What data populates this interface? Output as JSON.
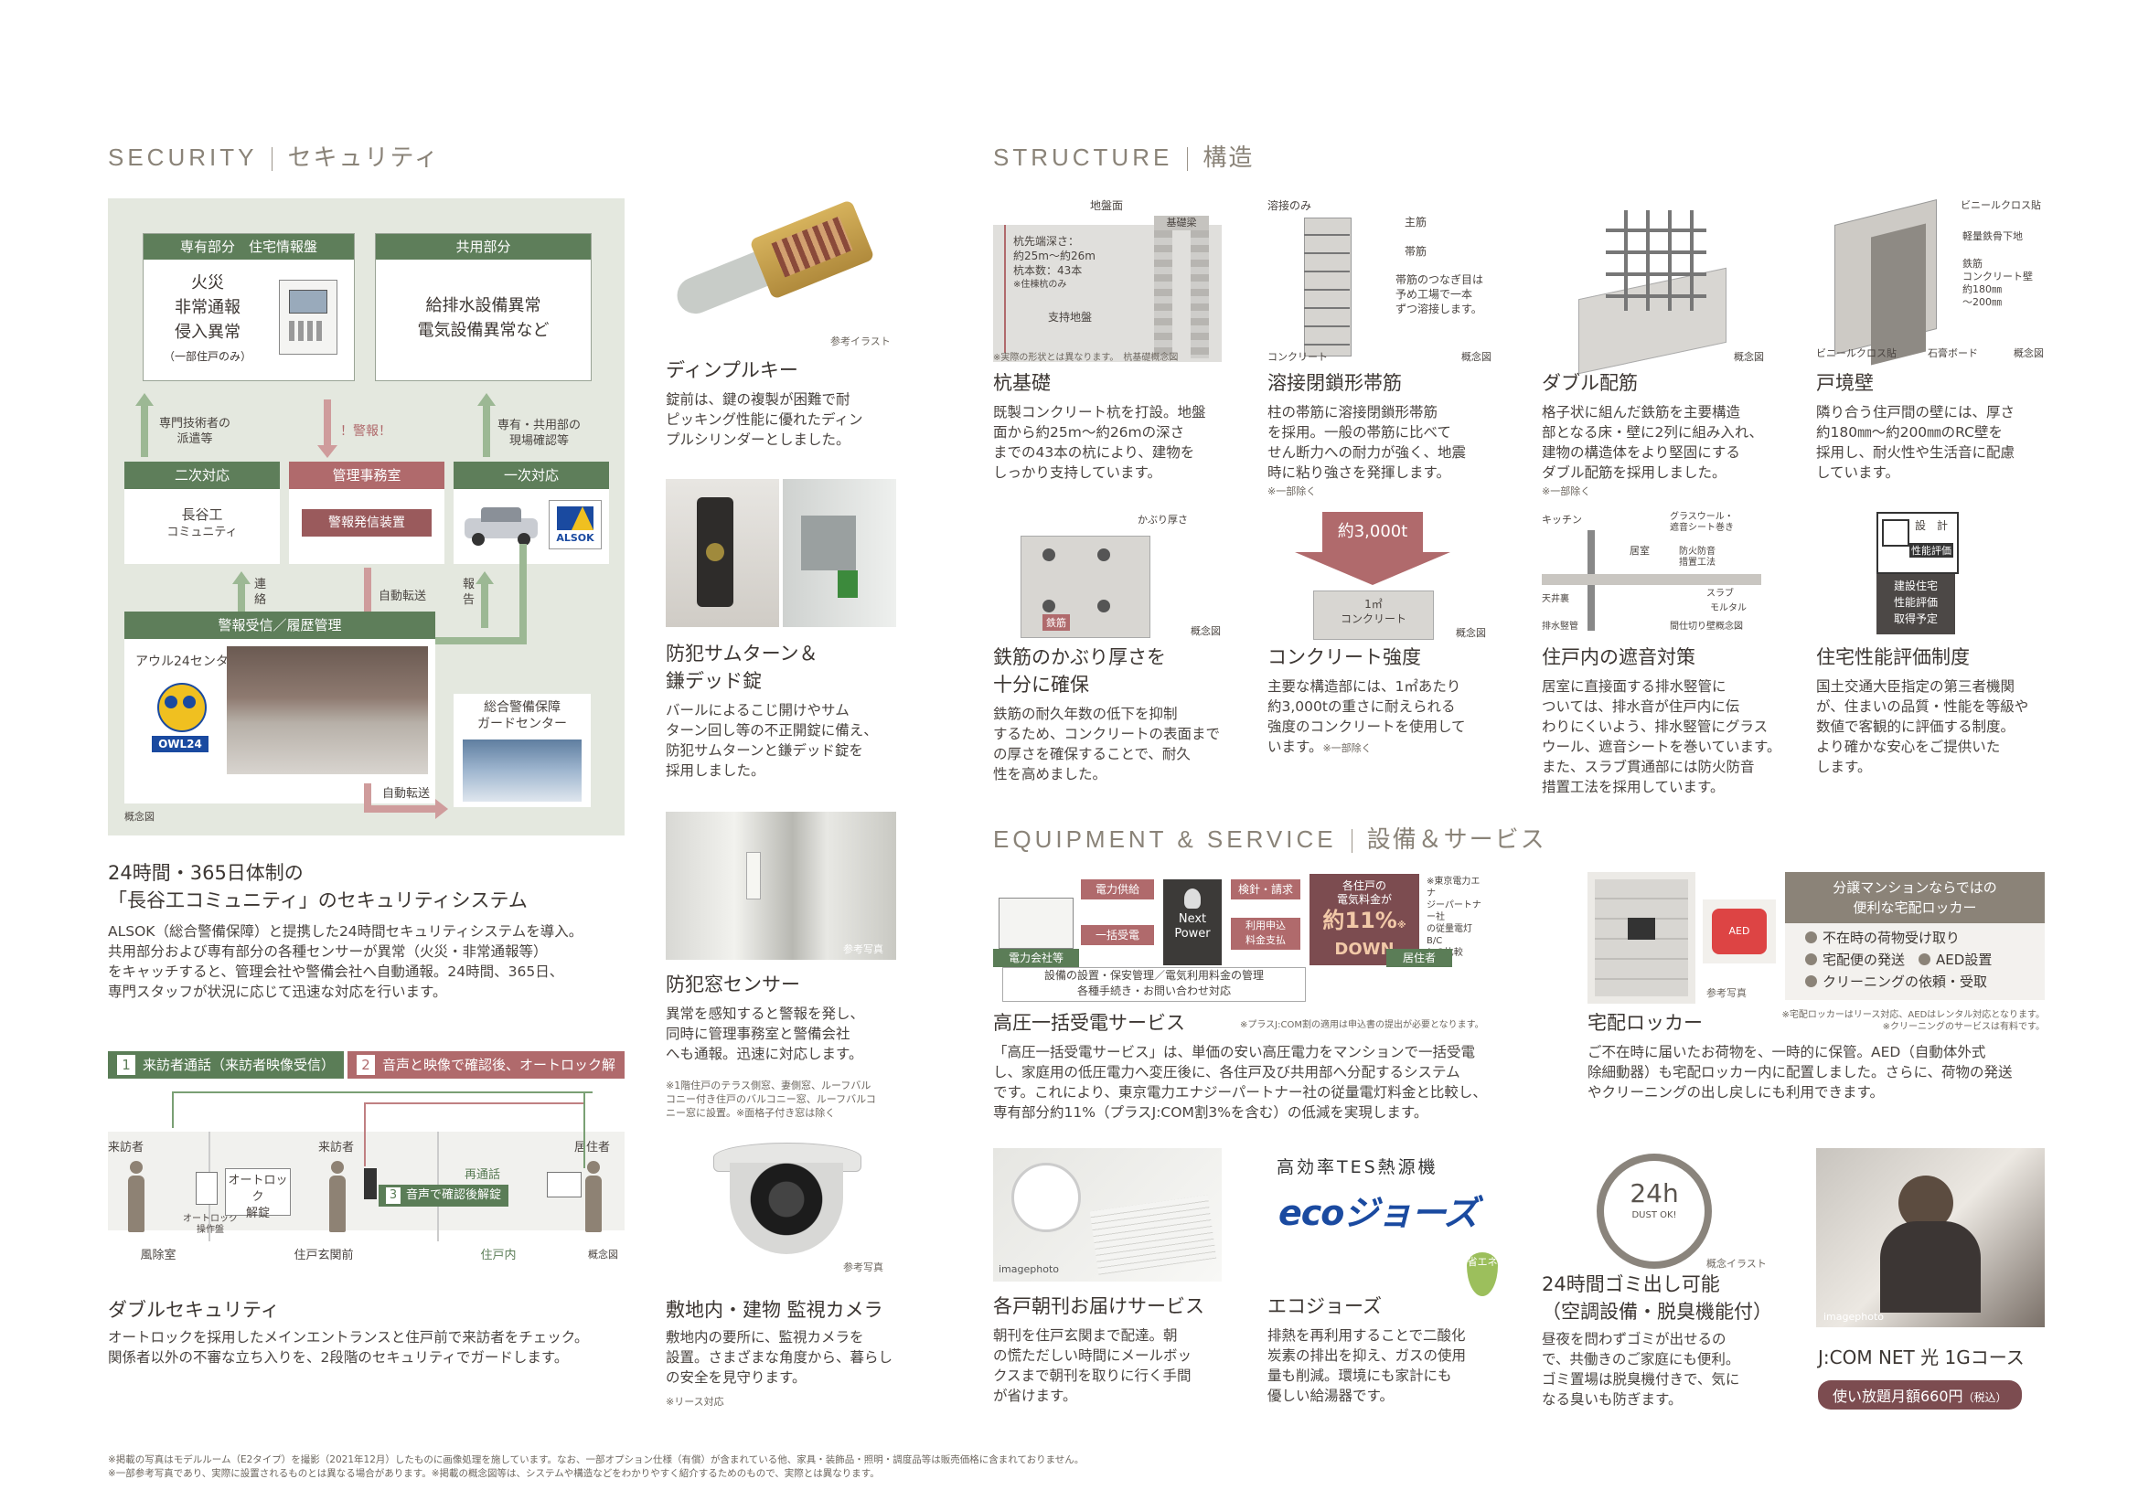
{
  "security": {
    "heading_en": "SECURITY",
    "heading_jp": "セキュリティ",
    "diagram": {
      "private_label": "専有部分",
      "panel_label": "住宅情報盤",
      "common_label": "共用部分",
      "private_alarms": [
        "火災",
        "非常通報",
        "侵入異常"
      ],
      "private_note": "（一部住戸のみ）",
      "common_alarms": [
        "給排水設備異常",
        "電気設備異常など"
      ],
      "tech_dispatch": [
        "専門技術者の",
        "派遣等"
      ],
      "alarm": "！警報！",
      "onsite": [
        "専有・共用部の",
        "現場確認等"
      ],
      "secondary": "二次対応",
      "office": "管理事務室",
      "primary": "一次対応",
      "hasegawa": [
        "長谷工",
        "コミュニティ"
      ],
      "alarm_device": "警報発信装置",
      "alsok": "ALSOK",
      "renraku": [
        "連",
        "絡"
      ],
      "auto_transfer": "自動転送",
      "report": [
        "報",
        "告"
      ],
      "receive": "警報受信／履歴管理",
      "owl_center": "アウル24センター",
      "owl_logo": "OWL24",
      "guard_center": [
        "総合警備保障",
        "ガードセンター"
      ],
      "concept": "概念図",
      "auto_transfer2": "自動転送"
    },
    "main_title": [
      "24時間・365日体制の",
      "「長谷工コミュニティ」のセキュリティシステム"
    ],
    "main_body": [
      "ALSOK（総合警備保障）と提携した24時間セキュリティシステムを導入。",
      "共用部分および専有部分の各種センサーが異常（火災・非常通報等）",
      "をキャッチすると、管理会社や警備会社へ自動通報。24時間、365日、",
      "専門スタッフが状況に応じて迅速な対応を行います。"
    ],
    "double": {
      "step1_num": "1",
      "step1": "来訪者通話（来訪者映像受信）",
      "step2_num": "2",
      "step2": "音声と映像で確認後、オートロック解除",
      "step3_num": "3",
      "step3": "音声で確認後解錠",
      "visitor1": "来訪者",
      "visitor2": "来訪者",
      "resident": "居住者",
      "autolock": [
        "オートロック",
        "解錠"
      ],
      "panel": [
        "オートロック",
        "操作盤"
      ],
      "recall": "再通話",
      "zone1": "風除室",
      "zone2": "住戸玄関前",
      "zone3": "住戸内",
      "concept": "概念図",
      "title": "ダブルセキュリティ",
      "body": [
        "オートロックを採用したメインエントランスと住戸前で来訪者をチェック。",
        "関係者以外の不審な立ち入りを、2段階のセキュリティでガードします。"
      ]
    },
    "dimple": {
      "caption": "参考イラスト",
      "title": "ディンプルキー",
      "body": [
        "錠前は、鍵の複製が困難で耐",
        "ピッキング性能に優れたディン",
        "プルシリンダーとしました。"
      ]
    },
    "thumbturn": {
      "title": [
        "防犯サムターン＆",
        "鎌デッド錠"
      ],
      "body": [
        "バールによるこじ開けやサム",
        "ターン回し等の不正開錠に備え、",
        "防犯サムターンと鎌デッド錠を",
        "採用しました。"
      ]
    },
    "sensor": {
      "caption": "参考写真",
      "title": "防犯窓センサー",
      "body": [
        "異常を感知すると警報を発し、",
        "同時に管理事務室と警備会社",
        "へも通報。迅速に対応します。"
      ],
      "note": [
        "※1階住戸のテラス側窓、妻側窓、ルーフバル",
        "コニー付き住戸のバルコニー窓、ルーフバルコ",
        "ニー窓に設置。※面格子付き窓は除く"
      ]
    },
    "camera": {
      "caption": "参考写真",
      "title": "敷地内・建物 監視カメラ",
      "body": [
        "敷地内の要所に、監視カメラを",
        "設置。さまざまな角度から、暮らし",
        "の安全を見守ります。"
      ],
      "note": "※リース対応"
    }
  },
  "structure": {
    "heading_en": "STRUCTURE",
    "heading_jp": "構造",
    "pile": {
      "ground": "地盤面",
      "beam": "基礎梁",
      "depth": [
        "杭先端深さ：",
        "約25m～約26m",
        "杭本数：43本",
        "※住棟杭のみ"
      ],
      "bearing": "支持地盤",
      "note": "※実際の形状とは異なります。",
      "concept": "杭基礎概念図",
      "title": "杭基礎",
      "body": [
        "既製コンクリート杭を打設。地盤",
        "面から約25m～約26mの深さ",
        "までの43本の杭により、建物を",
        "しっかり支持しています。"
      ]
    },
    "weld": {
      "weld_only": "溶接のみ",
      "main_bar": "主筋",
      "hoop": "帯筋",
      "hoop_note": [
        "帯筋のつなぎ目は",
        "予め工場で一本",
        "ずつ溶接します。"
      ],
      "concrete": "コンクリート",
      "concept": "概念図",
      "title": "溶接閉鎖形帯筋",
      "body": [
        "柱の帯筋に溶接閉鎖形帯筋",
        "を採用。一般の帯筋に比べて",
        "せん断力への耐力が強く、地震",
        "時に粘り強さを発揮します。"
      ],
      "note": "※一部除く"
    },
    "double_bar": {
      "concept": "概念図",
      "title": "ダブル配筋",
      "body": [
        "格子状に組んだ鉄筋を主要構造",
        "部となる床・壁に2列に組み入れ、",
        "建物の構造体をより堅固にする",
        "ダブル配筋を採用しました。"
      ],
      "note": "※一部除く"
    },
    "wall": {
      "vinyl": "ビニールクロス貼",
      "steel_frame": "軽量鉄骨下地",
      "rc": [
        "鉄筋",
        "コンクリート壁",
        "約180㎜",
        "～200㎜"
      ],
      "vinyl2": "ビニールクロス貼",
      "board": "石膏ボード",
      "concept": "概念図",
      "title": "戸境壁",
      "body": [
        "隣り合う住戸間の壁には、厚さ",
        "約180㎜～約200㎜のRC壁を",
        "採用し、耐火性や生活音に配慮",
        "しています。"
      ]
    },
    "cover": {
      "label": "かぶり厚さ",
      "rebar": "鉄筋",
      "concept": "概念図",
      "title": [
        "鉄筋のかぶり厚さを",
        "十分に確保"
      ],
      "body": [
        "鉄筋の耐久年数の低下を抑制",
        "するため、コンクリートの表面まで",
        "の厚さを確保することで、耐久",
        "性を高めました。"
      ]
    },
    "strength": {
      "load": "約3,000t",
      "unit": [
        "1㎡",
        "コンクリート"
      ],
      "concept": "概念図",
      "title": "コンクリート強度",
      "body": [
        "主要な構造部には、1㎡あたり",
        "約3,000tの重さに耐えられる",
        "強度のコンクリートを使用して",
        "います。"
      ],
      "note": "※一部除く"
    },
    "sound": {
      "kitchen": "キッチン",
      "glasswool": [
        "グラスウール・",
        "遮音シート巻き"
      ],
      "room": "居室",
      "fireproof": [
        "防火防音",
        "措置工法"
      ],
      "slab": "スラブ",
      "mortar": "モルタル",
      "ceiling": "天井裏",
      "drain": "排水竪管",
      "partition": "間仕切り壁",
      "concept": "概念図",
      "title": "住戸内の遮音対策",
      "body": [
        "居室に直接面する排水竪管に",
        "ついては、排水音が住戸内に伝",
        "わりにくいよう、排水竪管にグラス",
        "ウール、遮音シートを巻いています。",
        "また、スラブ貫通部には防火防音",
        "措置工法を採用しています。"
      ]
    },
    "performance": {
      "mark_top": "設　計",
      "mark_main": "性能評価",
      "badge": [
        "建設住宅",
        "性能評価",
        "取得予定"
      ],
      "title": "住宅性能評価制度",
      "body": [
        "国土交通大臣指定の第三者機関",
        "が、住まいの品質・性能を等級や",
        "数値で客観的に評価する制度。",
        "より確かな安心をご提供いた",
        "します。"
      ]
    }
  },
  "equipment": {
    "heading_en": "EQUIPMENT & SERVICE",
    "heading_jp": "設備＆サービス",
    "power": {
      "supply": "電力供給",
      "bulk": "一括受電",
      "company": "電力会社等",
      "next_power": [
        "Next",
        "Power"
      ],
      "inspect": "検針・請求",
      "pay": [
        "利用申込",
        "料金支払"
      ],
      "saving_head": [
        "各住戸の",
        "電気料金が"
      ],
      "saving_value": "約11%",
      "saving_foot": "DOWN",
      "saving_mark": "※",
      "saving_note": [
        "※東京電力エナ",
        "ジーパートナー社",
        "の従量電灯B/C",
        "との比較"
      ],
      "resident": "居住者",
      "services": [
        "設備の設置・保安管理／電気利用料金の管理",
        "各種手続き・お問い合わせ対応"
      ],
      "title": "高圧一括受電サービス",
      "title_note": "※プラスJ:COM割の適用は申込書の提出が必要となります。",
      "body": [
        "「高圧一括受電サービス」は、単価の安い高圧電力をマンションで一括受電",
        "し、家庭用の低圧電力へ変圧後に、各住戸及び共用部へ分配するシステム",
        "です。これにより、東京電力エナジーパートナー社の従量電灯料金と比較し、",
        "専有部分約11%（プラスJ:COM割3%を含む）の低減を実現します。"
      ]
    },
    "locker": {
      "caption": "参考写真",
      "box_title": [
        "分譲マンションならではの",
        "便利な宅配ロッカー"
      ],
      "items": [
        "不在時の荷物受け取り",
        "宅配便の発送",
        "AED設置",
        "クリーニングの依頼・受取"
      ],
      "aed": "AED",
      "title_note": [
        "※宅配ロッカーはリース対応、AEDはレンタル対応となります。",
        "※クリーニングのサービスは有料です。"
      ],
      "title": "宅配ロッカー",
      "body": [
        "ご不在時に届いたお荷物を、一時的に保管。AED（自動体外式",
        "除細動器）も宅配ロッカー内に配置しました。さらに、荷物の発送",
        "やクリーニングの出し戻しにも利用できます。"
      ]
    },
    "paper": {
      "caption": "imagephoto",
      "title": "各戸朝刊お届けサービス",
      "body": [
        "朝刊を住戸玄関まで配達。朝",
        "の慌ただしい時間にメールボッ",
        "クスまで朝刊を取りに行く手間",
        "が省けます。"
      ]
    },
    "eco": {
      "top": "高効率TES熱源機",
      "logo": "ecoジョーズ",
      "badge": "省エネ",
      "title": "エコジョーズ",
      "body": [
        "排熱を再利用することで二酸化",
        "炭素の排出を抑え、ガスの使用",
        "量も削減。環境にも家計にも",
        "優しい給湯器です。"
      ]
    },
    "garbage": {
      "logo_main": "24h",
      "logo_sub": "DUST OK!",
      "caption": "概念イラスト",
      "title": [
        "24時間ゴミ出し可能",
        "（空調設備・脱臭機能付）"
      ],
      "body": [
        "昼夜を問わずゴミが出せるの",
        "で、共働きのご家庭にも便利。",
        "ゴミ置場は脱臭機付きで、気に",
        "なる臭いも防ぎます。"
      ]
    },
    "net": {
      "caption": "imagephoto",
      "title": "J:COM NET 光 1Gコース",
      "price": "使い放題月額660円",
      "price_tax": "（税込）"
    }
  },
  "footer": [
    "※掲載の写真はモデルルーム（E2タイプ）を撮影（2021年12月）したものに画像処理を施しています。なお、一部オプション仕様（有償）が含まれている他、家具・装飾品・照明・調度品等は販売価格に含まれておりません。",
    "※一部参考写真であり、実際に設置されるものとは異なる場合があります。※掲載の概念図等は、システムや構造などをわかりやすく紹介するためのもので、実際とは異なります。"
  ],
  "colors": {
    "green": "#5e7e5a",
    "rose": "#b06a6c",
    "wine": "#7c4c50",
    "diagram_bg": "#e4e8df"
  }
}
